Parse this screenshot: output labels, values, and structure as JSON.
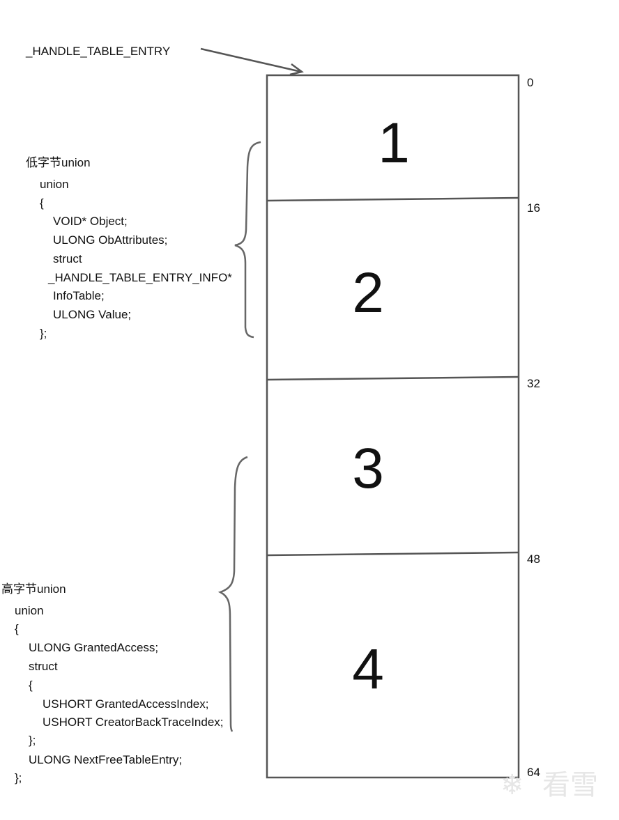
{
  "title_label": "_HANDLE_TABLE_ENTRY",
  "segments": [
    "1",
    "2",
    "3",
    "4"
  ],
  "offsets": [
    "0",
    "16",
    "32",
    "48",
    "64"
  ],
  "low_union": {
    "heading": "低字节union",
    "lines": [
      "union",
      "{",
      "VOID* Object;",
      "ULONG ObAttributes;",
      "struct",
      "_HANDLE_TABLE_ENTRY_INFO*",
      "InfoTable;",
      "ULONG Value;",
      "};"
    ]
  },
  "high_union": {
    "heading": "高字节union",
    "lines": [
      "union",
      "{",
      "ULONG GrantedAccess;",
      "struct",
      "{",
      "USHORT GrantedAccessIndex;",
      "USHORT CreatorBackTraceIndex;",
      "};",
      "ULONG NextFreeTableEntry;",
      "};"
    ]
  },
  "watermark": "看雪"
}
